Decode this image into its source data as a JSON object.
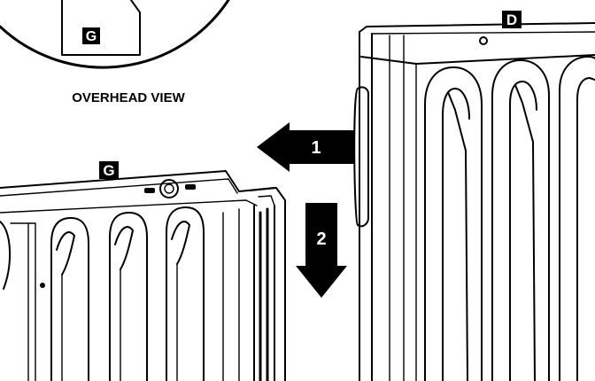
{
  "labels": {
    "overhead_panel": "G",
    "panel_g": "G",
    "panel_d": "D"
  },
  "caption": "OVERHEAD VIEW",
  "steps": [
    {
      "number": "1",
      "direction": "left"
    },
    {
      "number": "2",
      "direction": "down"
    }
  ],
  "colors": {
    "ink": "#000000",
    "paper": "#ffffff"
  }
}
